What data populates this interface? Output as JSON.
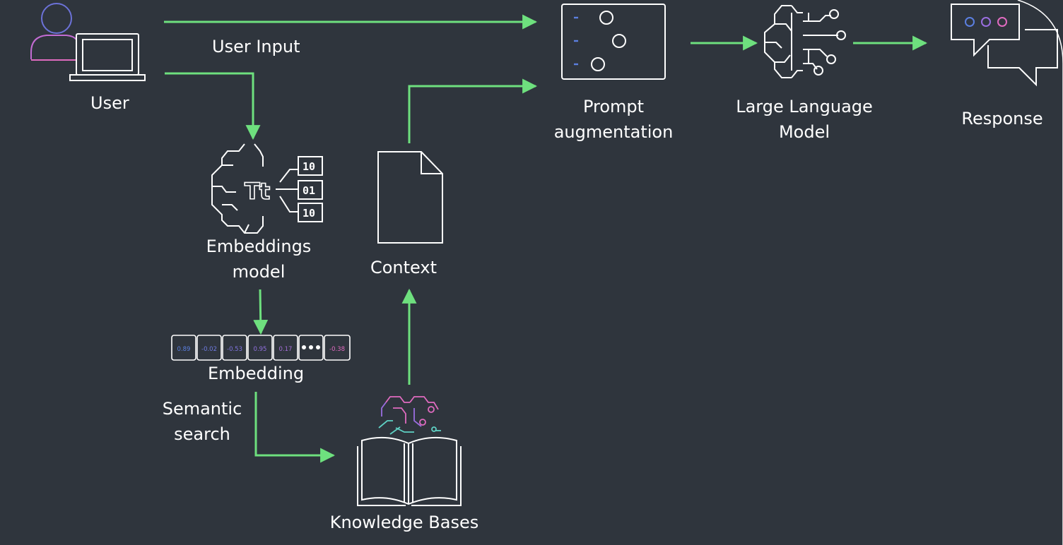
{
  "nodes": {
    "user": "User",
    "user_input": "User Input",
    "embeddings_model_line1": "Embeddings",
    "embeddings_model_line2": "model",
    "embedding": "Embedding",
    "semantic_search_line1": "Semantic",
    "semantic_search_line2": "search",
    "knowledge_bases": "Knowledge Bases",
    "context": "Context",
    "prompt_augmentation_line1": "Prompt",
    "prompt_augmentation_line2": "augmentation",
    "llm_line1": "Large Language",
    "llm_line2": "Model",
    "response": "Response"
  },
  "embedding_values": [
    "0.89",
    "-0.02",
    "-0.53",
    "0.95",
    "0.17",
    "-0.38"
  ],
  "embeddings_icon_text": "Tt",
  "binary_labels": [
    "10",
    "01",
    "10"
  ],
  "colors": {
    "background": "#2f353d",
    "arrow": "#6ee07e",
    "icon_stroke": "#ffffff",
    "accent_blue": "#5b7fe0",
    "accent_purple": "#9a6ee0",
    "accent_pink": "#e06bc0",
    "accent_teal": "#5fd1c4"
  }
}
